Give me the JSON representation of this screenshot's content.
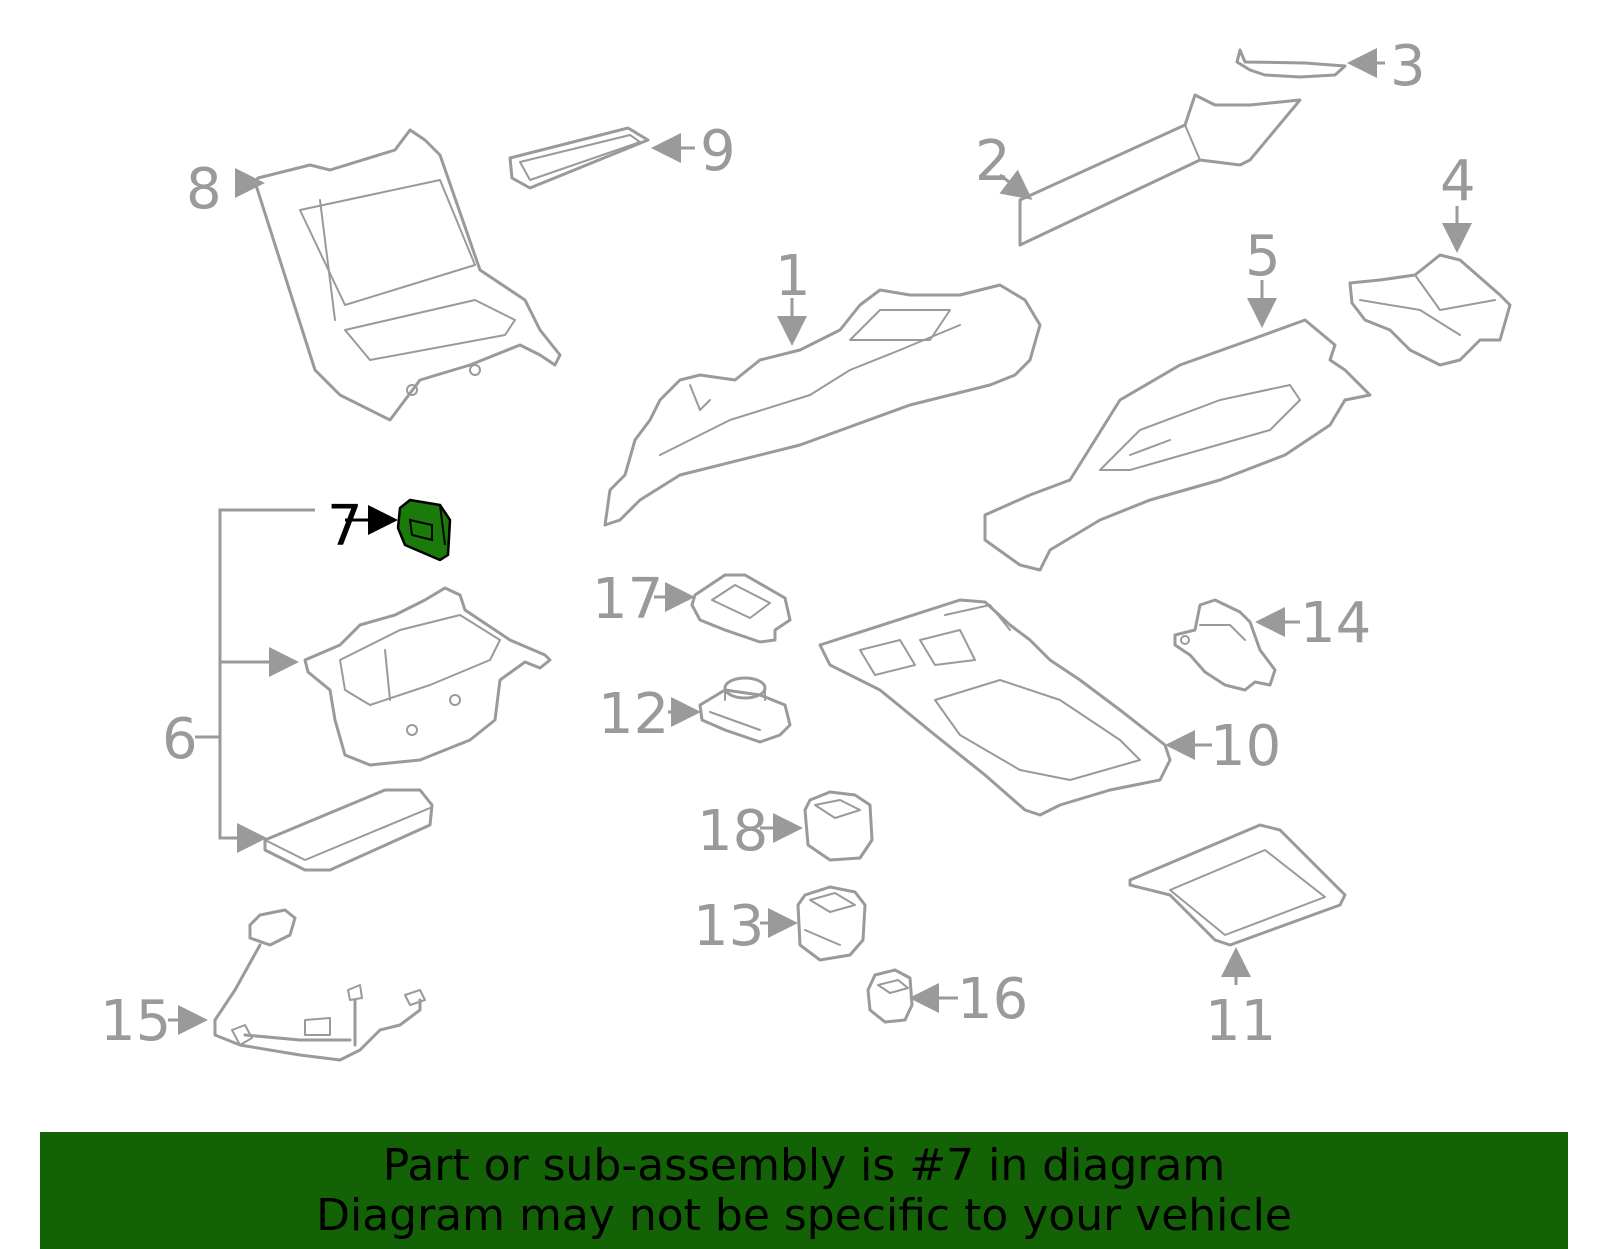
{
  "colors": {
    "part_stroke": "#9a9a9a",
    "highlight_fill": "#1a7a0a",
    "highlight_stroke": "#000000",
    "banner_bg": "#136306",
    "banner_text": "#000000"
  },
  "highlighted_part": "7",
  "callouts": [
    {
      "id": "1",
      "label": "1"
    },
    {
      "id": "2",
      "label": "2"
    },
    {
      "id": "3",
      "label": "3"
    },
    {
      "id": "4",
      "label": "4"
    },
    {
      "id": "5",
      "label": "5"
    },
    {
      "id": "6",
      "label": "6"
    },
    {
      "id": "7",
      "label": "7"
    },
    {
      "id": "8",
      "label": "8"
    },
    {
      "id": "9",
      "label": "9"
    },
    {
      "id": "10",
      "label": "10"
    },
    {
      "id": "11",
      "label": "11"
    },
    {
      "id": "12",
      "label": "12"
    },
    {
      "id": "13",
      "label": "13"
    },
    {
      "id": "14",
      "label": "14"
    },
    {
      "id": "15",
      "label": "15"
    },
    {
      "id": "16",
      "label": "16"
    },
    {
      "id": "17",
      "label": "17"
    },
    {
      "id": "18",
      "label": "18"
    }
  ],
  "banner": {
    "line1": "Part or sub-assembly is #7 in diagram",
    "line2": "Diagram may not be specific to your vehicle"
  }
}
